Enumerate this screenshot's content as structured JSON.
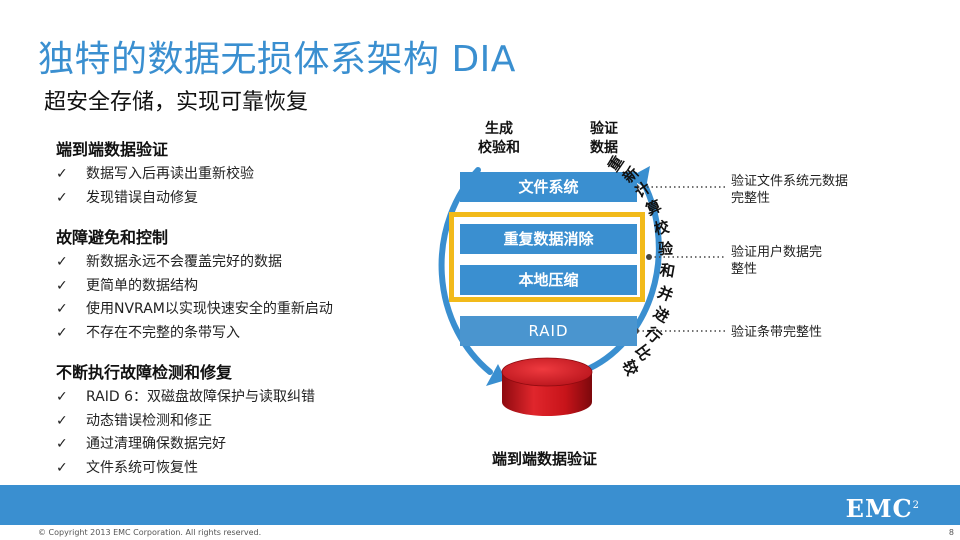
{
  "title": "独特的数据无损体系架构 DIA",
  "subtitle": "超安全存储，实现可靠恢复",
  "sections": [
    {
      "title": "端到端数据验证",
      "items": [
        "数据写入后再读出重新校验",
        "发现错误自动修复"
      ]
    },
    {
      "title": "故障避免和控制",
      "items": [
        "新数据永远不会覆盖完好的数据",
        "更简单的数据结构",
        "使用NVRAM以实现快速安全的重新启动",
        "不存在不完整的条带写入"
      ]
    },
    {
      "title": "不断执行故障检测和修复",
      "items": [
        "RAID 6：双磁盘故障保护与读取纠错",
        "动态错误检测和修正",
        "通过清理确保数据完好",
        "文件系统可恢复性"
      ]
    }
  ],
  "check_glyph": "✓",
  "diagram": {
    "label_generate": [
      "生成",
      "校验和"
    ],
    "label_verify": [
      "验证",
      "数据"
    ],
    "boxes": {
      "filesystem": "文件系统",
      "dedupe": "重复数据消除",
      "compress": "本地压缩",
      "raid": "RAID"
    },
    "arc_text": "重新计算校验和并进行比较",
    "notes": {
      "filesystem": [
        "验证文件系统元数据",
        "完整性"
      ],
      "userdata": [
        "验证用户数据完",
        "整性"
      ],
      "stripe": [
        "验证条带完整性"
      ]
    },
    "bottom_label": "端到端数据验证",
    "colors": {
      "accent": "#3a8fd0",
      "frame": "#f2ba1a",
      "disk": "#c8141a"
    }
  },
  "footer": {
    "brand": "EMC",
    "brand_sup": "2",
    "copyright": "© Copyright 2013 EMC Corporation. All rights reserved.",
    "page": "8"
  }
}
